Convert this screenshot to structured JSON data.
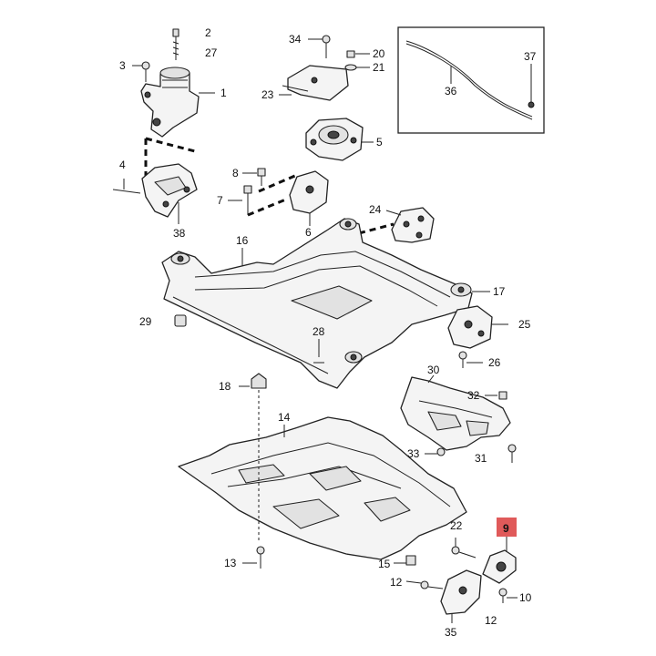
{
  "parts": [
    {
      "id": "1",
      "label": "1"
    },
    {
      "id": "2",
      "label": "2"
    },
    {
      "id": "3",
      "label": "3"
    },
    {
      "id": "4",
      "label": "4"
    },
    {
      "id": "5",
      "label": "5"
    },
    {
      "id": "6",
      "label": "6"
    },
    {
      "id": "7",
      "label": "7"
    },
    {
      "id": "8",
      "label": "8"
    },
    {
      "id": "9",
      "label": "9",
      "highlighted": true
    },
    {
      "id": "10",
      "label": "10"
    },
    {
      "id": "12a",
      "label": "12"
    },
    {
      "id": "12b",
      "label": "12"
    },
    {
      "id": "13",
      "label": "13"
    },
    {
      "id": "14",
      "label": "14"
    },
    {
      "id": "15",
      "label": "15"
    },
    {
      "id": "16",
      "label": "16"
    },
    {
      "id": "17",
      "label": "17"
    },
    {
      "id": "18",
      "label": "18"
    },
    {
      "id": "20",
      "label": "20"
    },
    {
      "id": "21",
      "label": "21"
    },
    {
      "id": "22",
      "label": "22"
    },
    {
      "id": "23",
      "label": "23"
    },
    {
      "id": "24",
      "label": "24"
    },
    {
      "id": "25",
      "label": "25"
    },
    {
      "id": "26",
      "label": "26"
    },
    {
      "id": "27",
      "label": "27"
    },
    {
      "id": "28",
      "label": "28"
    },
    {
      "id": "29",
      "label": "29"
    },
    {
      "id": "30",
      "label": "30"
    },
    {
      "id": "31",
      "label": "31"
    },
    {
      "id": "32",
      "label": "32"
    },
    {
      "id": "33",
      "label": "33"
    },
    {
      "id": "34",
      "label": "34"
    },
    {
      "id": "35",
      "label": "35"
    },
    {
      "id": "36",
      "label": "36"
    },
    {
      "id": "37",
      "label": "37"
    },
    {
      "id": "38",
      "label": "38"
    }
  ],
  "colors": {
    "highlight": "#e05a5a",
    "line": "#222222",
    "part_fill": "#f4f4f4"
  }
}
